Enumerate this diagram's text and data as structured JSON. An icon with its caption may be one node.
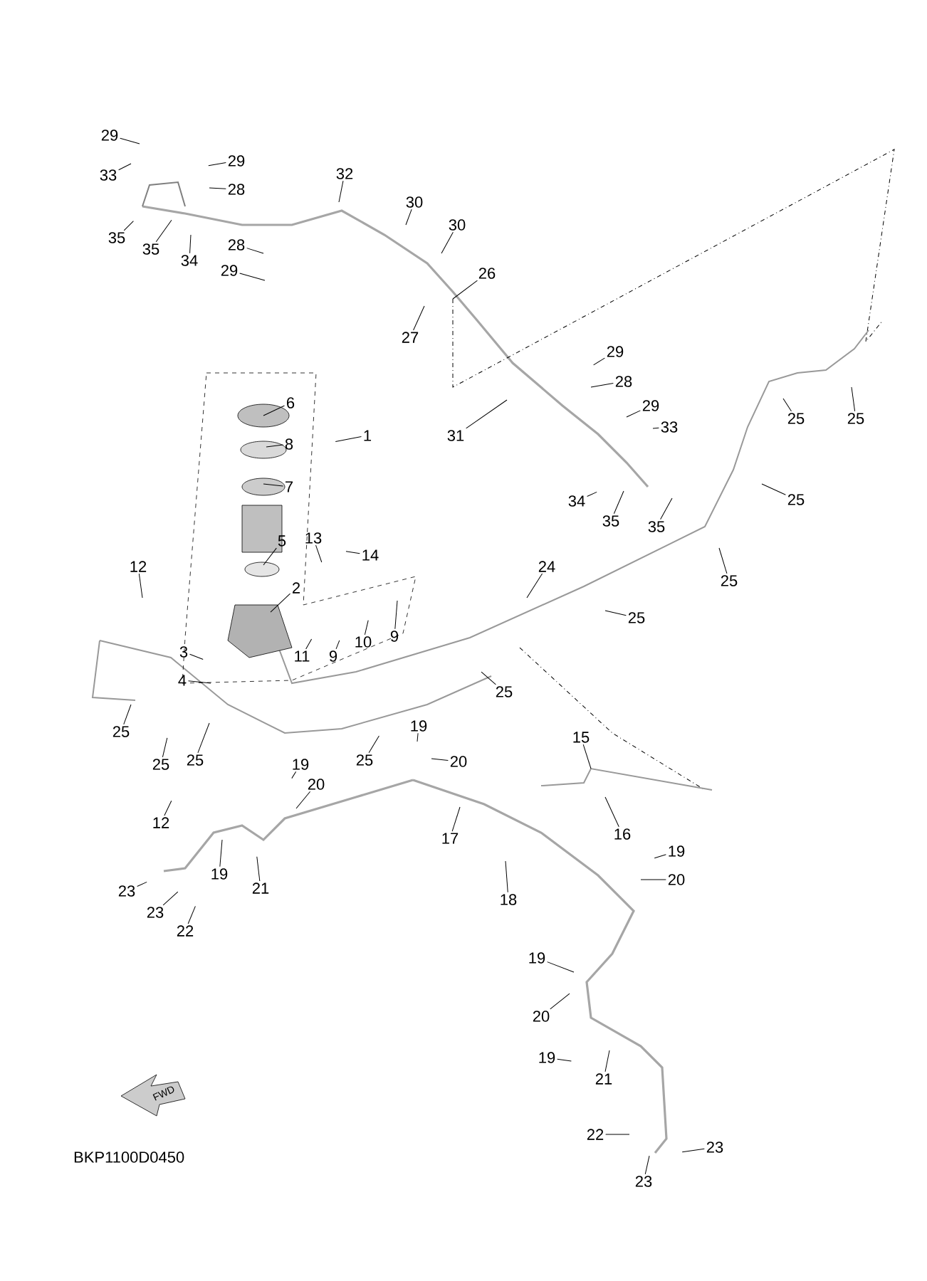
{
  "diagram": {
    "nodes": [
      {
        "text": [
          "29"
        ]
      },
      {
        "text": [
          "33"
        ]
      },
      {
        "text": [
          "29"
        ]
      },
      {
        "text": [
          "28"
        ]
      },
      {
        "text": [
          "32"
        ]
      },
      {
        "text": [
          "30"
        ]
      },
      {
        "text": [
          "30"
        ]
      },
      {
        "text": [
          "35"
        ]
      },
      {
        "text": [
          "35"
        ]
      },
      {
        "text": [
          "34"
        ]
      },
      {
        "text": [
          "28"
        ]
      },
      {
        "text": [
          "29"
        ]
      },
      {
        "text": [
          "26"
        ]
      },
      {
        "text": [
          "27"
        ]
      },
      {
        "text": [
          "29"
        ]
      },
      {
        "text": [
          "28"
        ]
      },
      {
        "text": [
          "6"
        ]
      },
      {
        "text": [
          "29"
        ]
      },
      {
        "text": [
          "25"
        ]
      },
      {
        "text": [
          "25"
        ]
      },
      {
        "text": [
          "33"
        ]
      },
      {
        "text": [
          "1"
        ]
      },
      {
        "text": [
          "31"
        ]
      },
      {
        "text": [
          "8"
        ]
      },
      {
        "text": [
          "7"
        ]
      },
      {
        "text": [
          "25"
        ]
      },
      {
        "text": [
          "34"
        ]
      },
      {
        "text": [
          "35"
        ]
      },
      {
        "text": [
          "35"
        ]
      },
      {
        "text": [
          "13"
        ]
      },
      {
        "text": [
          "5"
        ]
      },
      {
        "text": [
          "14"
        ]
      },
      {
        "text": [
          "12"
        ]
      },
      {
        "text": [
          "24"
        ]
      },
      {
        "text": [
          "25"
        ]
      },
      {
        "text": [
          "2"
        ]
      },
      {
        "text": [
          "25"
        ]
      },
      {
        "text": [
          "9"
        ]
      },
      {
        "text": [
          "10"
        ]
      },
      {
        "text": [
          "3"
        ]
      },
      {
        "text": [
          "11"
        ]
      },
      {
        "text": [
          "9"
        ]
      },
      {
        "text": [
          "4"
        ]
      },
      {
        "text": [
          "25"
        ]
      },
      {
        "text": [
          "19"
        ]
      },
      {
        "text": [
          "25"
        ]
      },
      {
        "text": [
          "15"
        ]
      },
      {
        "text": [
          "25"
        ]
      },
      {
        "text": [
          "25"
        ]
      },
      {
        "text": [
          "20"
        ]
      },
      {
        "text": [
          "19"
        ]
      },
      {
        "text": [
          "25"
        ]
      },
      {
        "text": [
          "20"
        ]
      },
      {
        "text": [
          "12"
        ]
      },
      {
        "text": [
          "16"
        ]
      },
      {
        "text": [
          "17"
        ]
      },
      {
        "text": [
          "19"
        ]
      },
      {
        "text": [
          "19"
        ]
      },
      {
        "text": [
          "20"
        ]
      },
      {
        "text": [
          "21"
        ]
      },
      {
        "text": [
          "23"
        ]
      },
      {
        "text": [
          "18"
        ]
      },
      {
        "text": [
          "23"
        ]
      },
      {
        "text": [
          "22"
        ]
      },
      {
        "text": [
          "19"
        ]
      },
      {
        "text": [
          "20"
        ]
      },
      {
        "text": [
          "19"
        ]
      },
      {
        "text": [
          "21"
        ]
      },
      {
        "text": [
          "22"
        ]
      },
      {
        "text": [
          "23"
        ]
      },
      {
        "text": [
          "23"
        ]
      }
    ],
    "edges": [
      {
        "from": 0,
        "to": null,
        "arrow": "none"
      },
      {
        "from": 1,
        "to": null,
        "arrow": "none"
      },
      {
        "from": 2,
        "to": null,
        "arrow": "none"
      },
      {
        "from": 3,
        "to": null,
        "arrow": "none"
      },
      {
        "from": 4,
        "to": null,
        "arrow": "none"
      },
      {
        "from": 5,
        "to": null,
        "arrow": "none"
      },
      {
        "from": 6,
        "to": null,
        "arrow": "none"
      },
      {
        "from": 7,
        "to": null,
        "arrow": "none"
      },
      {
        "from": 8,
        "to": null,
        "arrow": "none"
      },
      {
        "from": 9,
        "to": null,
        "arrow": "none"
      },
      {
        "from": 10,
        "to": null,
        "arrow": "none"
      },
      {
        "from": 11,
        "to": null,
        "arrow": "none"
      },
      {
        "from": 12,
        "to": null,
        "arrow": "none"
      },
      {
        "from": 13,
        "to": null,
        "arrow": "none"
      },
      {
        "from": 14,
        "to": null,
        "arrow": "none"
      },
      {
        "from": 15,
        "to": null,
        "arrow": "none"
      },
      {
        "from": 16,
        "to": null,
        "arrow": "none"
      },
      {
        "from": 17,
        "to": null,
        "arrow": "none"
      },
      {
        "from": 18,
        "to": null,
        "arrow": "none"
      },
      {
        "from": 19,
        "to": null,
        "arrow": "none"
      },
      {
        "from": 20,
        "to": null,
        "arrow": "none"
      },
      {
        "from": 21,
        "to": null,
        "arrow": "none"
      },
      {
        "from": 22,
        "to": null,
        "arrow": "none"
      },
      {
        "from": 23,
        "to": null,
        "arrow": "none"
      },
      {
        "from": 24,
        "to": null,
        "arrow": "none"
      },
      {
        "from": 25,
        "to": null,
        "arrow": "none"
      },
      {
        "from": 26,
        "to": null,
        "arrow": "none"
      },
      {
        "from": 27,
        "to": null,
        "arrow": "none"
      },
      {
        "from": 28,
        "to": null,
        "arrow": "none"
      },
      {
        "from": 29,
        "to": null,
        "arrow": "none"
      },
      {
        "from": 30,
        "to": null,
        "arrow": "none"
      },
      {
        "from": 31,
        "to": null,
        "arrow": "none"
      },
      {
        "from": 32,
        "to": null,
        "arrow": "none"
      },
      {
        "from": 33,
        "to": null,
        "arrow": "none"
      },
      {
        "from": 34,
        "to": null,
        "arrow": "none"
      },
      {
        "from": 35,
        "to": null,
        "arrow": "none"
      },
      {
        "from": 36,
        "to": null,
        "arrow": "none"
      },
      {
        "from": 37,
        "to": null,
        "arrow": "none"
      },
      {
        "from": 38,
        "to": null,
        "arrow": "none"
      },
      {
        "from": 39,
        "to": null,
        "arrow": "none"
      },
      {
        "from": 40,
        "to": null,
        "arrow": "none"
      },
      {
        "from": 41,
        "to": null,
        "arrow": "none"
      },
      {
        "from": 42,
        "to": null,
        "arrow": "none"
      },
      {
        "from": 43,
        "to": null,
        "arrow": "none"
      },
      {
        "from": 44,
        "to": null,
        "arrow": "none"
      },
      {
        "from": 45,
        "to": null,
        "arrow": "none"
      },
      {
        "from": 46,
        "to": null,
        "arrow": "none"
      },
      {
        "from": 47,
        "to": null,
        "arrow": "none"
      },
      {
        "from": 48,
        "to": null,
        "arrow": "none"
      },
      {
        "from": 49,
        "to": null,
        "arrow": "none"
      },
      {
        "from": 50,
        "to": null,
        "arrow": "none"
      },
      {
        "from": 51,
        "to": null,
        "arrow": "none"
      },
      {
        "from": 52,
        "to": null,
        "arrow": "none"
      },
      {
        "from": 53,
        "to": null,
        "arrow": "none"
      },
      {
        "from": 54,
        "to": null,
        "arrow": "none"
      },
      {
        "from": 55,
        "to": null,
        "arrow": "none"
      },
      {
        "from": 56,
        "to": null,
        "arrow": "none"
      },
      {
        "from": 57,
        "to": null,
        "arrow": "none"
      },
      {
        "from": 58,
        "to": null,
        "arrow": "none"
      },
      {
        "from": 59,
        "to": null,
        "arrow": "none"
      },
      {
        "from": 60,
        "to": null,
        "arrow": "none"
      },
      {
        "from": 61,
        "to": null,
        "arrow": "none"
      },
      {
        "from": 62,
        "to": null,
        "arrow": "none"
      },
      {
        "from": 63,
        "to": null,
        "arrow": "none"
      },
      {
        "from": 64,
        "to": null,
        "arrow": "none"
      },
      {
        "from": 65,
        "to": null,
        "arrow": "none"
      },
      {
        "from": 66,
        "to": null,
        "arrow": "none"
      },
      {
        "from": 67,
        "to": null,
        "arrow": "none"
      },
      {
        "from": 68,
        "to": null,
        "arrow": "none"
      },
      {
        "from": 69,
        "to": null,
        "arrow": "none"
      },
      {
        "from": 70,
        "to": null,
        "arrow": "none"
      }
    ],
    "labels": [
      "FWD",
      "BKP1100D0450"
    ]
  }
}
